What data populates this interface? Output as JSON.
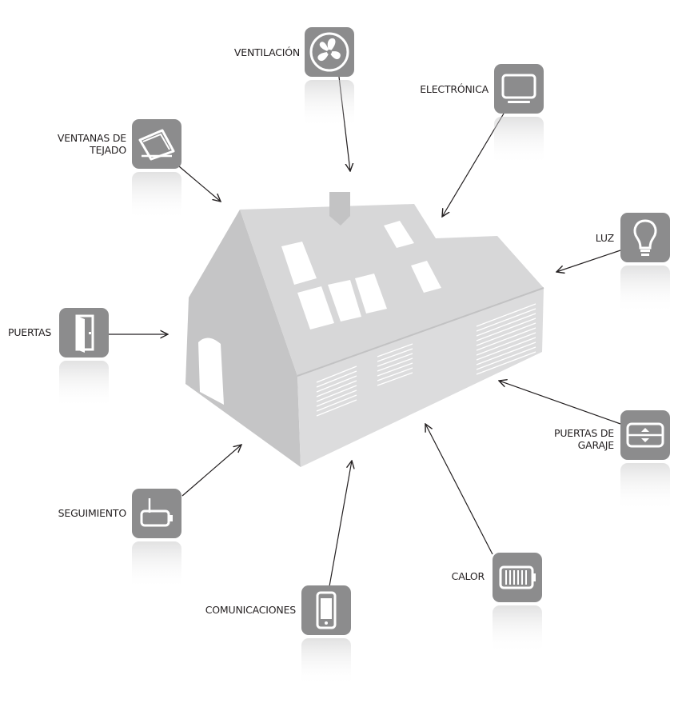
{
  "diagram": {
    "labels": {
      "ventilacion": "VENTILACIÓN",
      "electronica": "ELECTRÓNICA",
      "ventanas_1": "VENTANAS DE",
      "ventanas_2": "TEJADO",
      "luz": "LUZ",
      "puertas": "PUERTAS",
      "garaje_1": "PUERTAS DE",
      "garaje_2": "GARAJE",
      "seguimiento": "SEGUIMIENTO",
      "calor": "CALOR",
      "comunicaciones": "COMUNICACIONES"
    },
    "icons": [
      "fan-icon",
      "tv-icon",
      "roof-window-icon",
      "light-bulb-icon",
      "door-icon",
      "garage-door-icon",
      "tracking-device-icon",
      "radiator-icon",
      "phone-icon"
    ],
    "colors": {
      "icon_tile": "#8c8c8d",
      "house_roof": "#d6d6d7",
      "house_wall": "#c8c8c9",
      "arrow": "#231f20",
      "text": "#231f20"
    }
  }
}
